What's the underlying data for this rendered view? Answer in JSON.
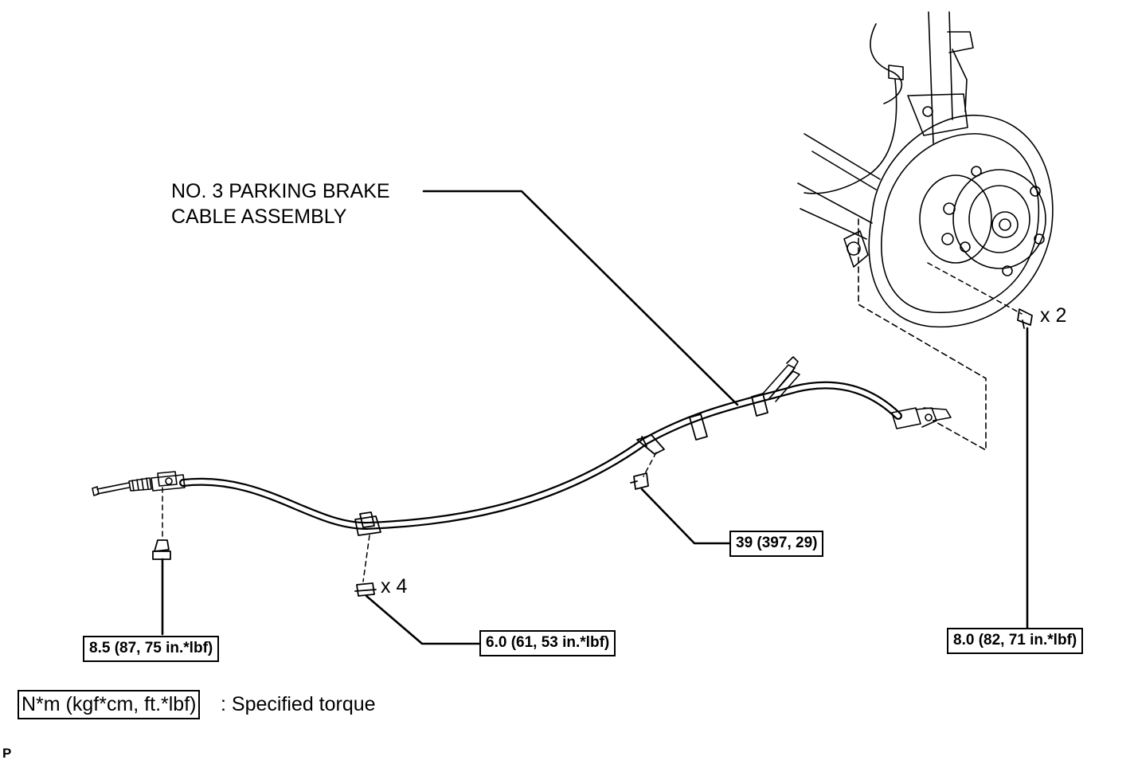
{
  "component_label": {
    "line1": "NO. 3 PARKING BRAKE",
    "line2": "CABLE ASSEMBLY"
  },
  "quantities": {
    "clip_nuts": "x 4",
    "hub_bolts": "x 2"
  },
  "torque_specs": {
    "front_bolt": "8.5 (87, 75 in.*lbf)",
    "clip_nut": "6.0 (61, 53 in.*lbf)",
    "mid_bolt": "39 (397, 29)",
    "hub_bolt": "8.0 (82, 71 in.*lbf)"
  },
  "legend": {
    "units": "N*m (kgf*cm, ft.*lbf)",
    "description": ": Specified torque"
  },
  "page_mark": "P"
}
